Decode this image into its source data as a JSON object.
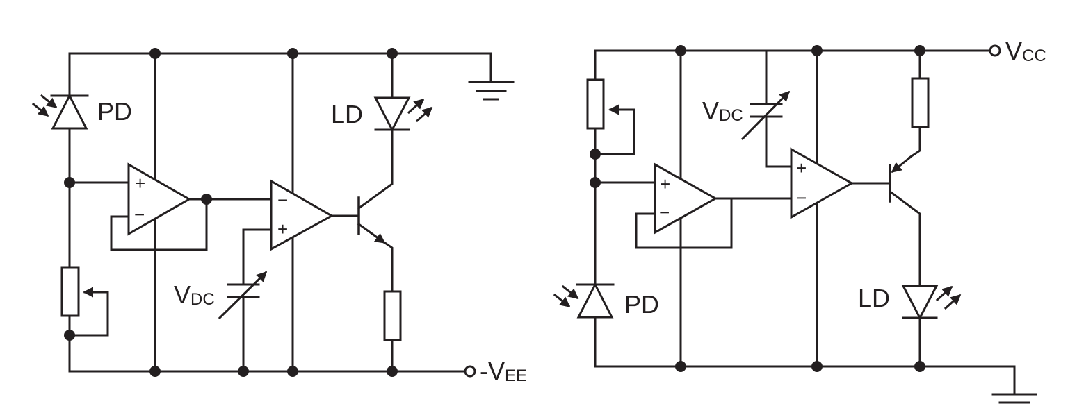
{
  "colors": {
    "ink": "#231f20",
    "background": "#ffffff"
  },
  "left_circuit": {
    "pd_label": "PD",
    "ld_label": "LD",
    "vdc_main": "V",
    "vdc_sub": "DC",
    "supply_prefix": "-V",
    "supply_sub": "EE",
    "opamp1_plus": "+",
    "opamp1_minus": "−",
    "opamp2_plus": "+",
    "opamp2_minus": "−"
  },
  "right_circuit": {
    "pd_label": "PD",
    "ld_label": "LD",
    "vdc_main": "V",
    "vdc_sub": "DC",
    "supply_main": "V",
    "supply_sub": "CC",
    "opamp1_plus": "+",
    "opamp1_minus": "−",
    "opamp2_plus": "+",
    "opamp2_minus": "−"
  }
}
